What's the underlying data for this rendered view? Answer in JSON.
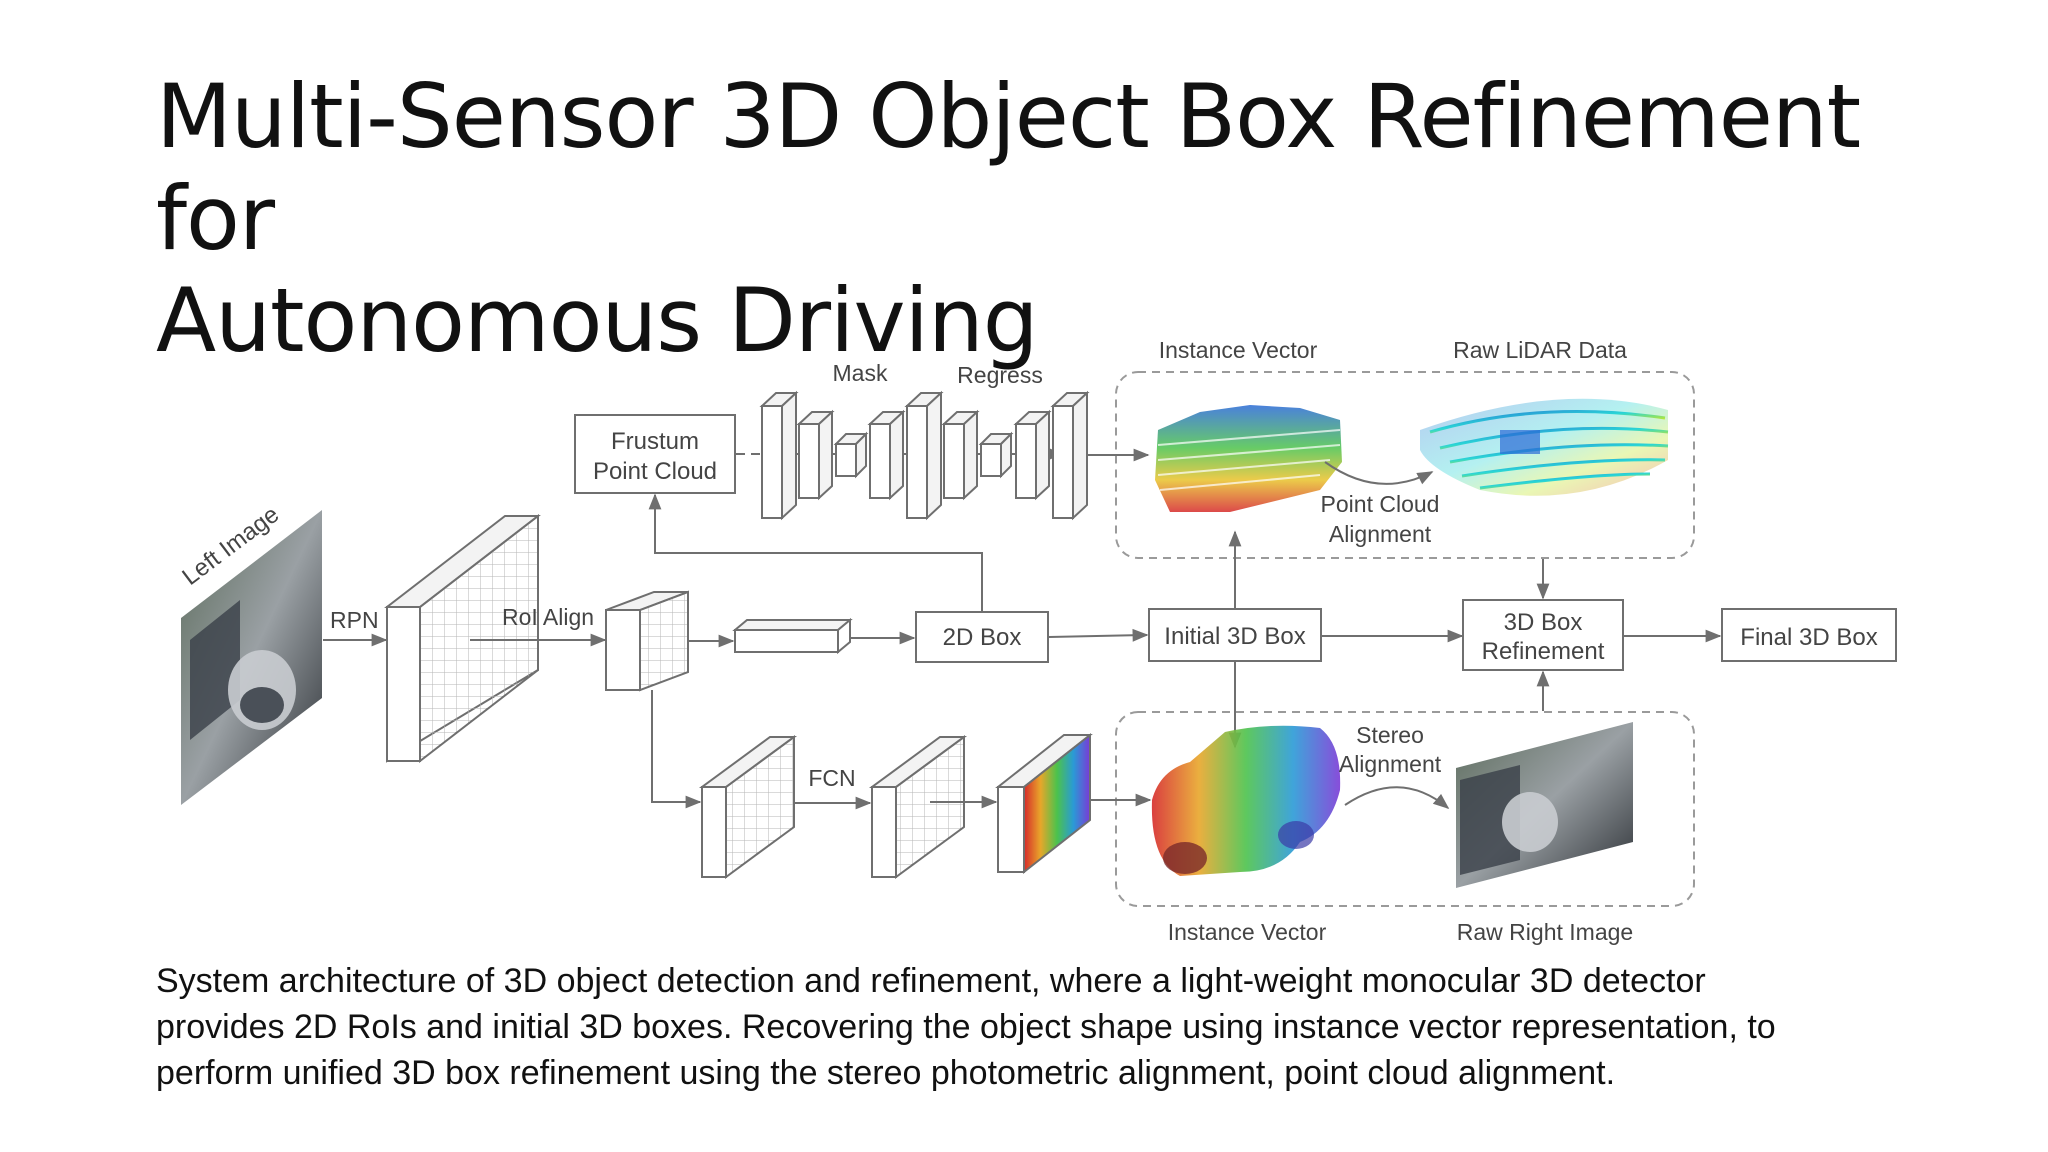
{
  "slide": {
    "title_line1": "Multi-Sensor 3D Object Box Refinement for",
    "title_line2": "Autonomous Driving",
    "caption_line1": "System architecture of 3D object detection and refinement, where a light-weight monocular 3D detector",
    "caption_line2": "provides 2D RoIs and initial 3D boxes. Recovering the object shape using instance vector representation, to",
    "caption_line3": "perform unified 3D box refinement using the stereo photometric alignment, point cloud alignment."
  },
  "diagram": {
    "left_image": "Left Image",
    "rpn": "RPN",
    "roi_align": "RoI Align",
    "frustum_line1": "Frustum",
    "frustum_line2": "Point Cloud",
    "mask": "Mask",
    "regress": "Regress",
    "box_2d": "2D Box",
    "initial_3d_box": "Initial 3D Box",
    "refine_line1": "3D Box",
    "refine_line2": "Refinement",
    "final_3d_box": "Final 3D Box",
    "fcn": "FCN",
    "instance_vector_top": "Instance Vector",
    "raw_lidar": "Raw LiDAR Data",
    "pc_align_line1": "Point Cloud",
    "pc_align_line2": "Alignment",
    "stereo_line1": "Stereo",
    "stereo_line2": "Alignment",
    "instance_vector_bottom": "Instance Vector",
    "raw_right_image": "Raw Right Image"
  },
  "colors": {
    "line": "#6f6f6f",
    "dashed_group": "#9a9a9a",
    "text": "#444444"
  }
}
